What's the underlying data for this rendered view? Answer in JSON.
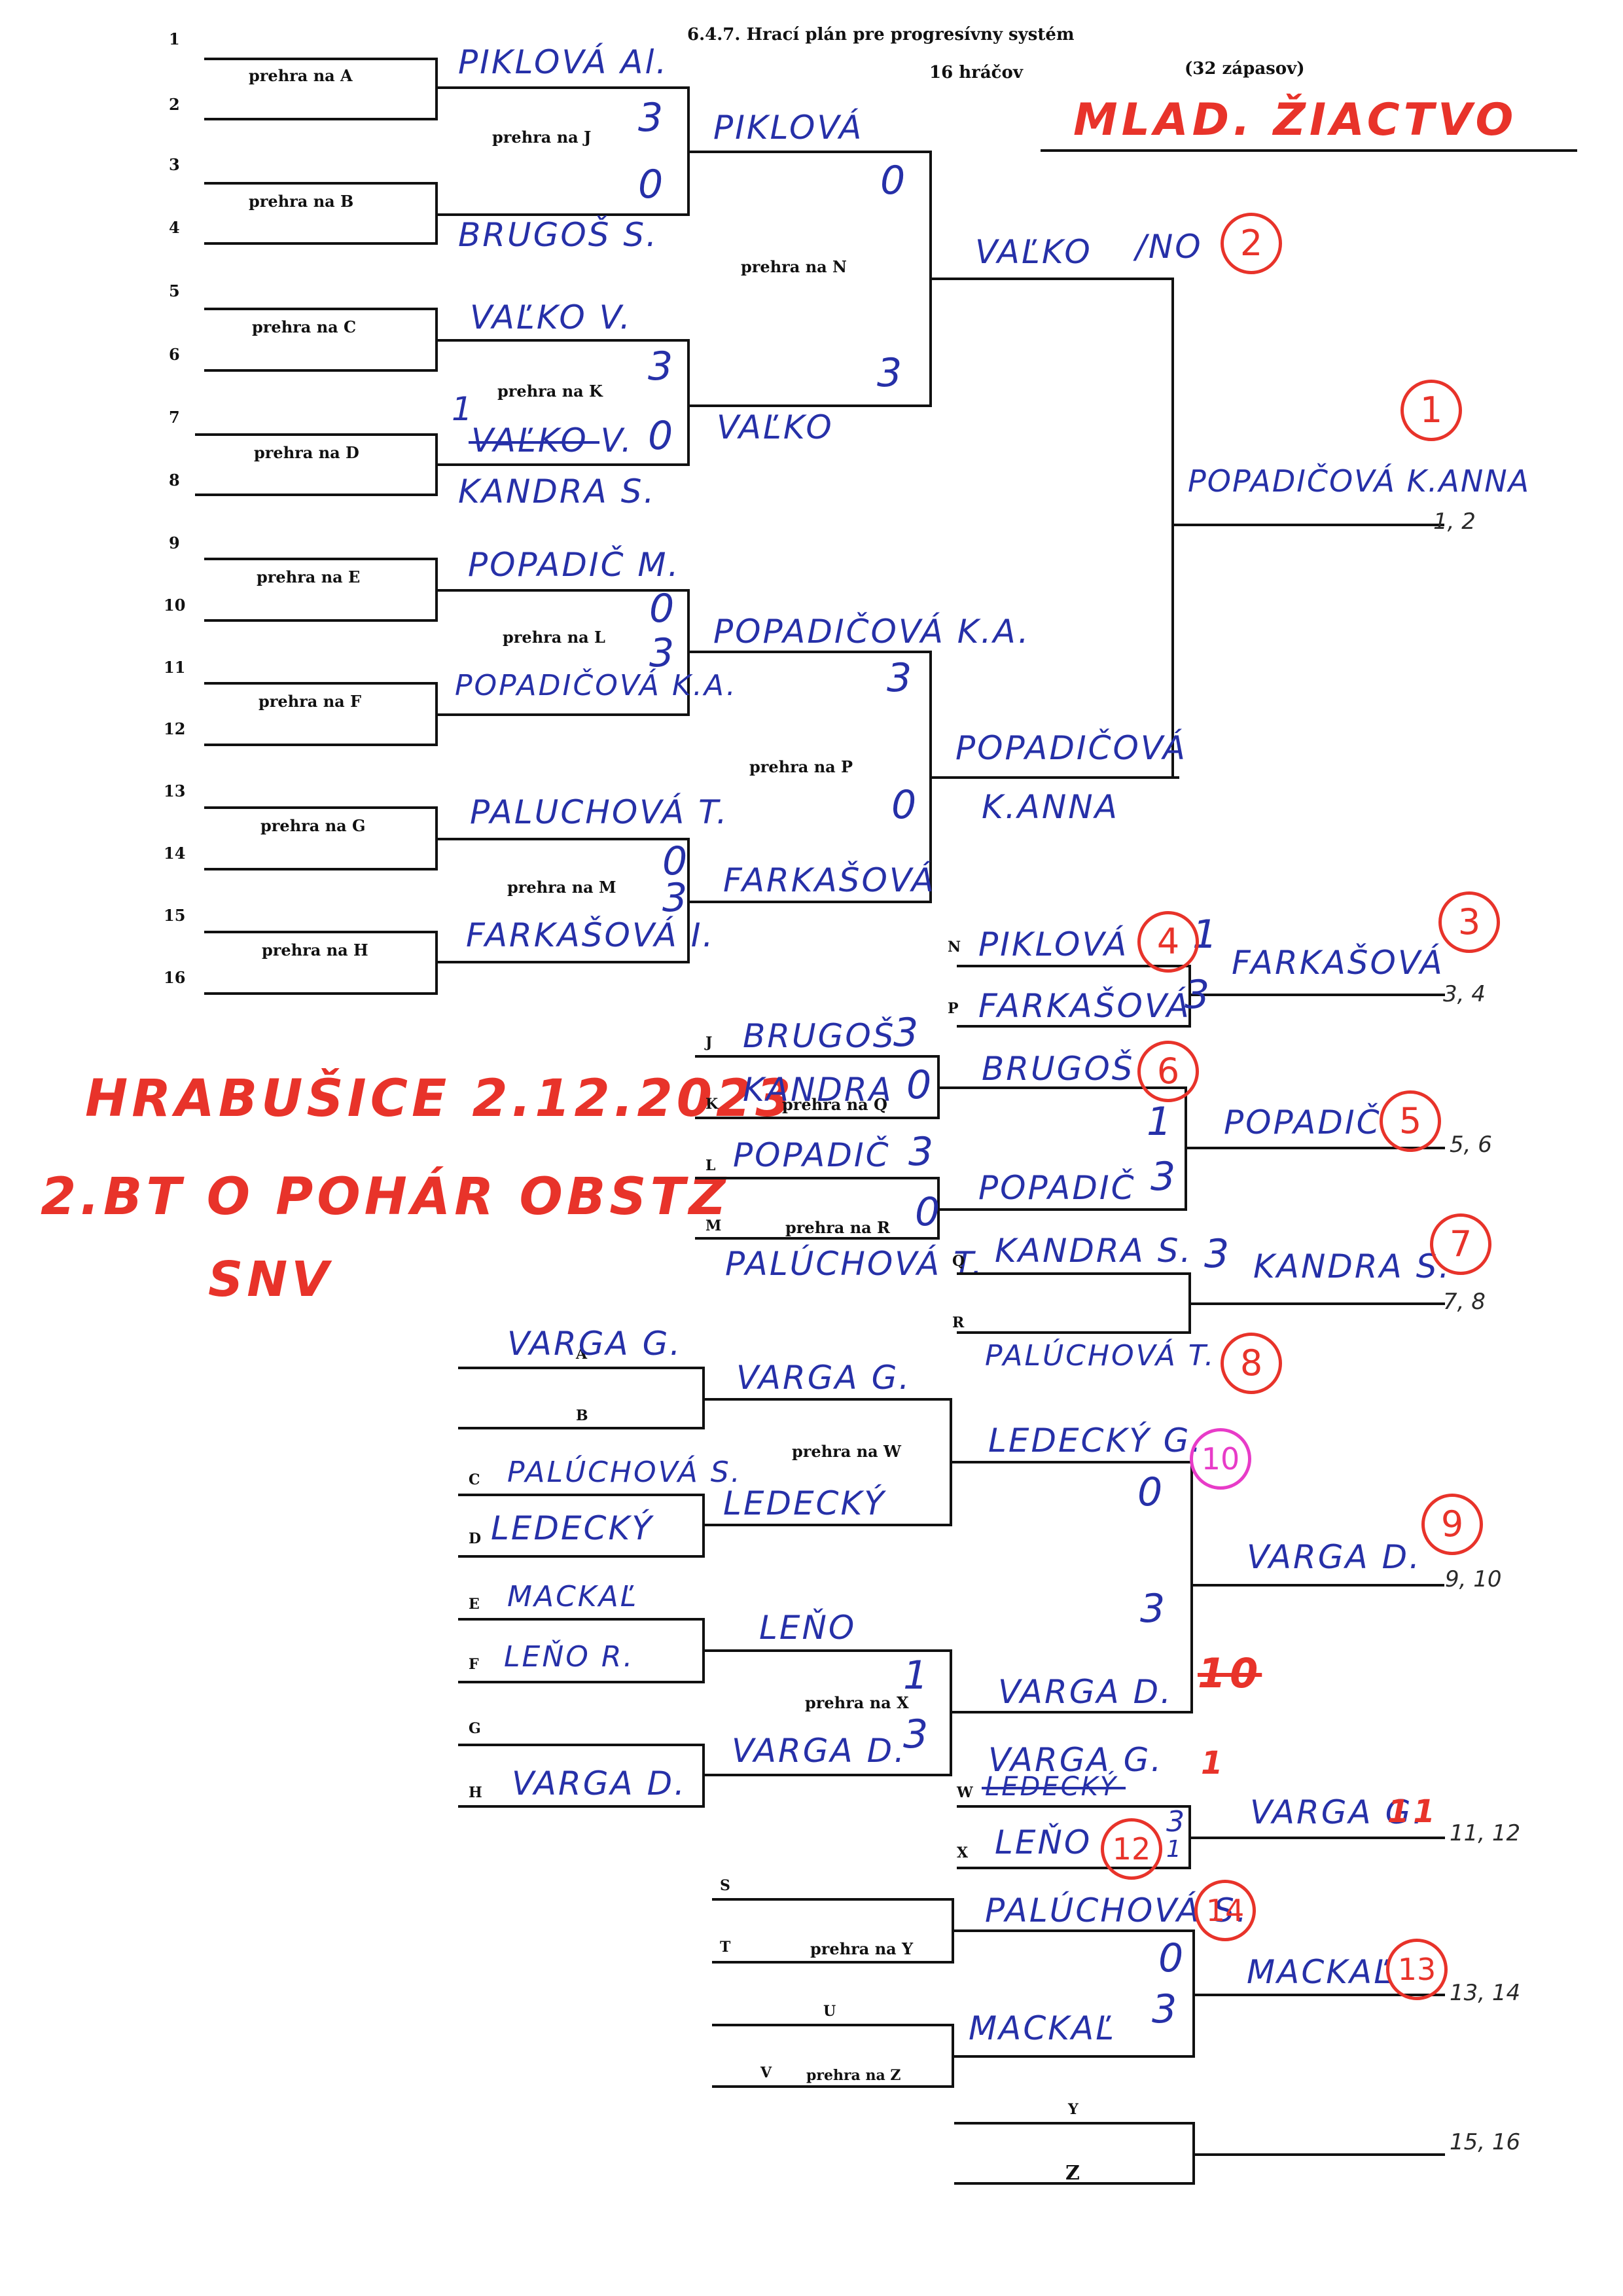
{
  "header": {
    "line1": "6.4.7. Hrací plán pre progresívny systém",
    "players_count": "16 hráčov",
    "matches_count": "(32 zápasov)",
    "category": "MLAD. ŽIACTVO"
  },
  "event": {
    "place_date": "HRABUŠICE 2.12.2023",
    "tournament": "2.BT O POHÁR OBSTZ",
    "district": "SNV"
  },
  "slots": [
    "1",
    "2",
    "3",
    "4",
    "5",
    "6",
    "7",
    "8",
    "9",
    "10",
    "11",
    "12",
    "13",
    "14",
    "15",
    "16"
  ],
  "round1": {
    "boxes": [
      "prehra na A",
      "prehra na B",
      "prehra na C",
      "prehra na D",
      "prehra na E",
      "prehra na F",
      "prehra na G",
      "prehra na H"
    ],
    "names": [
      "PIKLOVÁ Al.",
      "BRUGOŠ S.",
      "VAĽKO V.",
      "VAĽKO V.",
      "KANDRA S.",
      "POPADIČ M.",
      "POPADIČOVÁ K.A.",
      "PALUCHOVÁ T.",
      "FARKAŠOVÁ I."
    ],
    "corrections": [
      "1"
    ]
  },
  "round2": {
    "boxes": [
      "prehra na J",
      "prehra na K",
      "prehra na L",
      "prehra na M"
    ],
    "scores": [
      "3",
      "0",
      "3",
      "0",
      "0",
      "3",
      "0",
      "3"
    ],
    "names": [
      "PIKLOVÁ",
      "VAĽKO",
      "POPADIČOVÁ K.A.",
      "FARKAŠOVÁ"
    ]
  },
  "round3": {
    "boxes": [
      "prehra na N",
      "prehra na P"
    ],
    "scores": [
      "0",
      "3",
      "3",
      "0"
    ],
    "names": [
      "VAĽKO",
      "POPADIČOVÁ",
      "K.ANNA"
    ],
    "scribble": "/NO"
  },
  "final": {
    "winner": "POPADIČOVÁ K.ANNA",
    "places": "1, 2",
    "first": "1",
    "second": "2"
  },
  "losers_a": {
    "letters": [
      "N",
      "P",
      "J",
      "K",
      "L",
      "M",
      "Q",
      "R"
    ],
    "names_np": [
      "PIKLOVÁ",
      "FARKAŠOVÁ"
    ],
    "scores_np": [
      "1",
      "3"
    ],
    "winner_np": "FARKAŠOVÁ",
    "places_34": "3, 4",
    "circle_3": "3",
    "circle_4": "4",
    "names_jm": [
      "BRUGOŠ",
      "KANDRA",
      "POPADIČ",
      "PALÚCHOVÁ T."
    ],
    "scores_jm": [
      "3",
      "0",
      "3",
      "0"
    ],
    "boxes_qr": [
      "prehra na Q",
      "prehra na R"
    ],
    "names_qr": [
      "BRUGOŠ",
      "POPADIČ"
    ],
    "scores_qr": [
      "1",
      "3"
    ],
    "winner_56": "POPADIČ",
    "places_56": "5, 6",
    "circle_5": "5",
    "circle_6": "6",
    "names_78": [
      "KANDRA S.",
      "PALÚCHOVÁ T."
    ],
    "score_78": "3",
    "winner_78": "KANDRA S.",
    "places_78": "7, 8",
    "circle_7": "7",
    "circle_8": "8"
  },
  "losers_b": {
    "letters": [
      "A",
      "B",
      "C",
      "D",
      "E",
      "F",
      "G",
      "H"
    ],
    "names_ah": [
      "VARGA G.",
      "PALÚCHOVÁ S.",
      "LEDECKÝ",
      "MACKAĽ",
      "LEŇO R.",
      "VARGA D."
    ],
    "boxes": [
      "prehra na W",
      "prehra na X"
    ],
    "names_wx": [
      "VARGA G.",
      "LEDECKÝ",
      "LEŇO",
      "VARGA D."
    ],
    "scores_wx": [
      "1",
      "3"
    ],
    "names_9": [
      "LEDECKÝ G.",
      "VARGA D."
    ],
    "scores_9": [
      "0",
      "3"
    ],
    "winner_910": "VARGA D.",
    "places_910": "9, 10",
    "circle_9": "9",
    "circle_10": "10",
    "crossed_10": "10"
  },
  "losers_c": {
    "letters": [
      "W",
      "X"
    ],
    "names": [
      "VARGA G.",
      "LEDECKÝ",
      "LEŇO"
    ],
    "scores": [
      "3",
      "1"
    ],
    "winner_1112": "VARGA G.",
    "places_1112": "11, 12",
    "mark_11": "11",
    "circle_12": "12",
    "tick": "1"
  },
  "losers_d": {
    "letters": [
      "S",
      "T",
      "U",
      "V"
    ],
    "boxes": [
      "prehra na Y",
      "prehra na Z"
    ],
    "names": [
      "PALÚCHOVÁ S.",
      "MACKAĽ"
    ],
    "scores": [
      "0",
      "3"
    ],
    "winner_1314": "MACKAĽ",
    "places_1314": "13, 14",
    "circle_13": "13",
    "circle_14": "14"
  },
  "last": {
    "letters": [
      "Y",
      "Z"
    ],
    "places_1516": "15, 16"
  }
}
